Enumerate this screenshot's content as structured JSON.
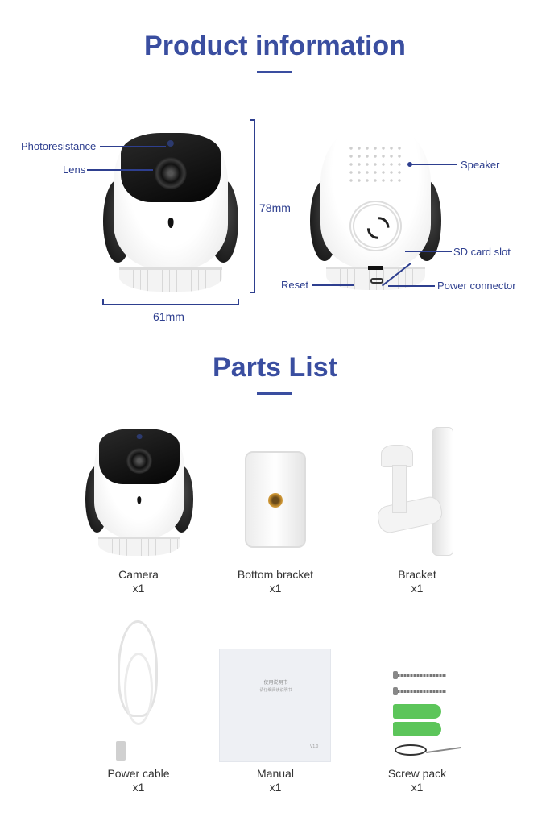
{
  "section1": {
    "title": "Product information"
  },
  "front_labels": {
    "photoresistance": "Photoresistance",
    "lens": "Lens"
  },
  "dimensions": {
    "height": "78mm",
    "width": "61mm"
  },
  "back_labels": {
    "speaker": "Speaker",
    "sd_card_slot": "SD card slot",
    "reset": "Reset",
    "power_connector": "Power connector"
  },
  "section2": {
    "title": "Parts List"
  },
  "parts": [
    {
      "name": "Camera",
      "qty": "x1"
    },
    {
      "name": "Bottom bracket",
      "qty": "x1"
    },
    {
      "name": "Bracket",
      "qty": "x1"
    },
    {
      "name": "Power cable",
      "qty": "x1"
    },
    {
      "name": "Manual",
      "qty": "x1"
    },
    {
      "name": "Screw pack",
      "qty": "x1"
    }
  ],
  "manual": {
    "title": "使用说明书",
    "subtitle": "请仔细阅读说明书",
    "version": "V1.0"
  },
  "colors": {
    "accent": "#3a4ea0"
  }
}
